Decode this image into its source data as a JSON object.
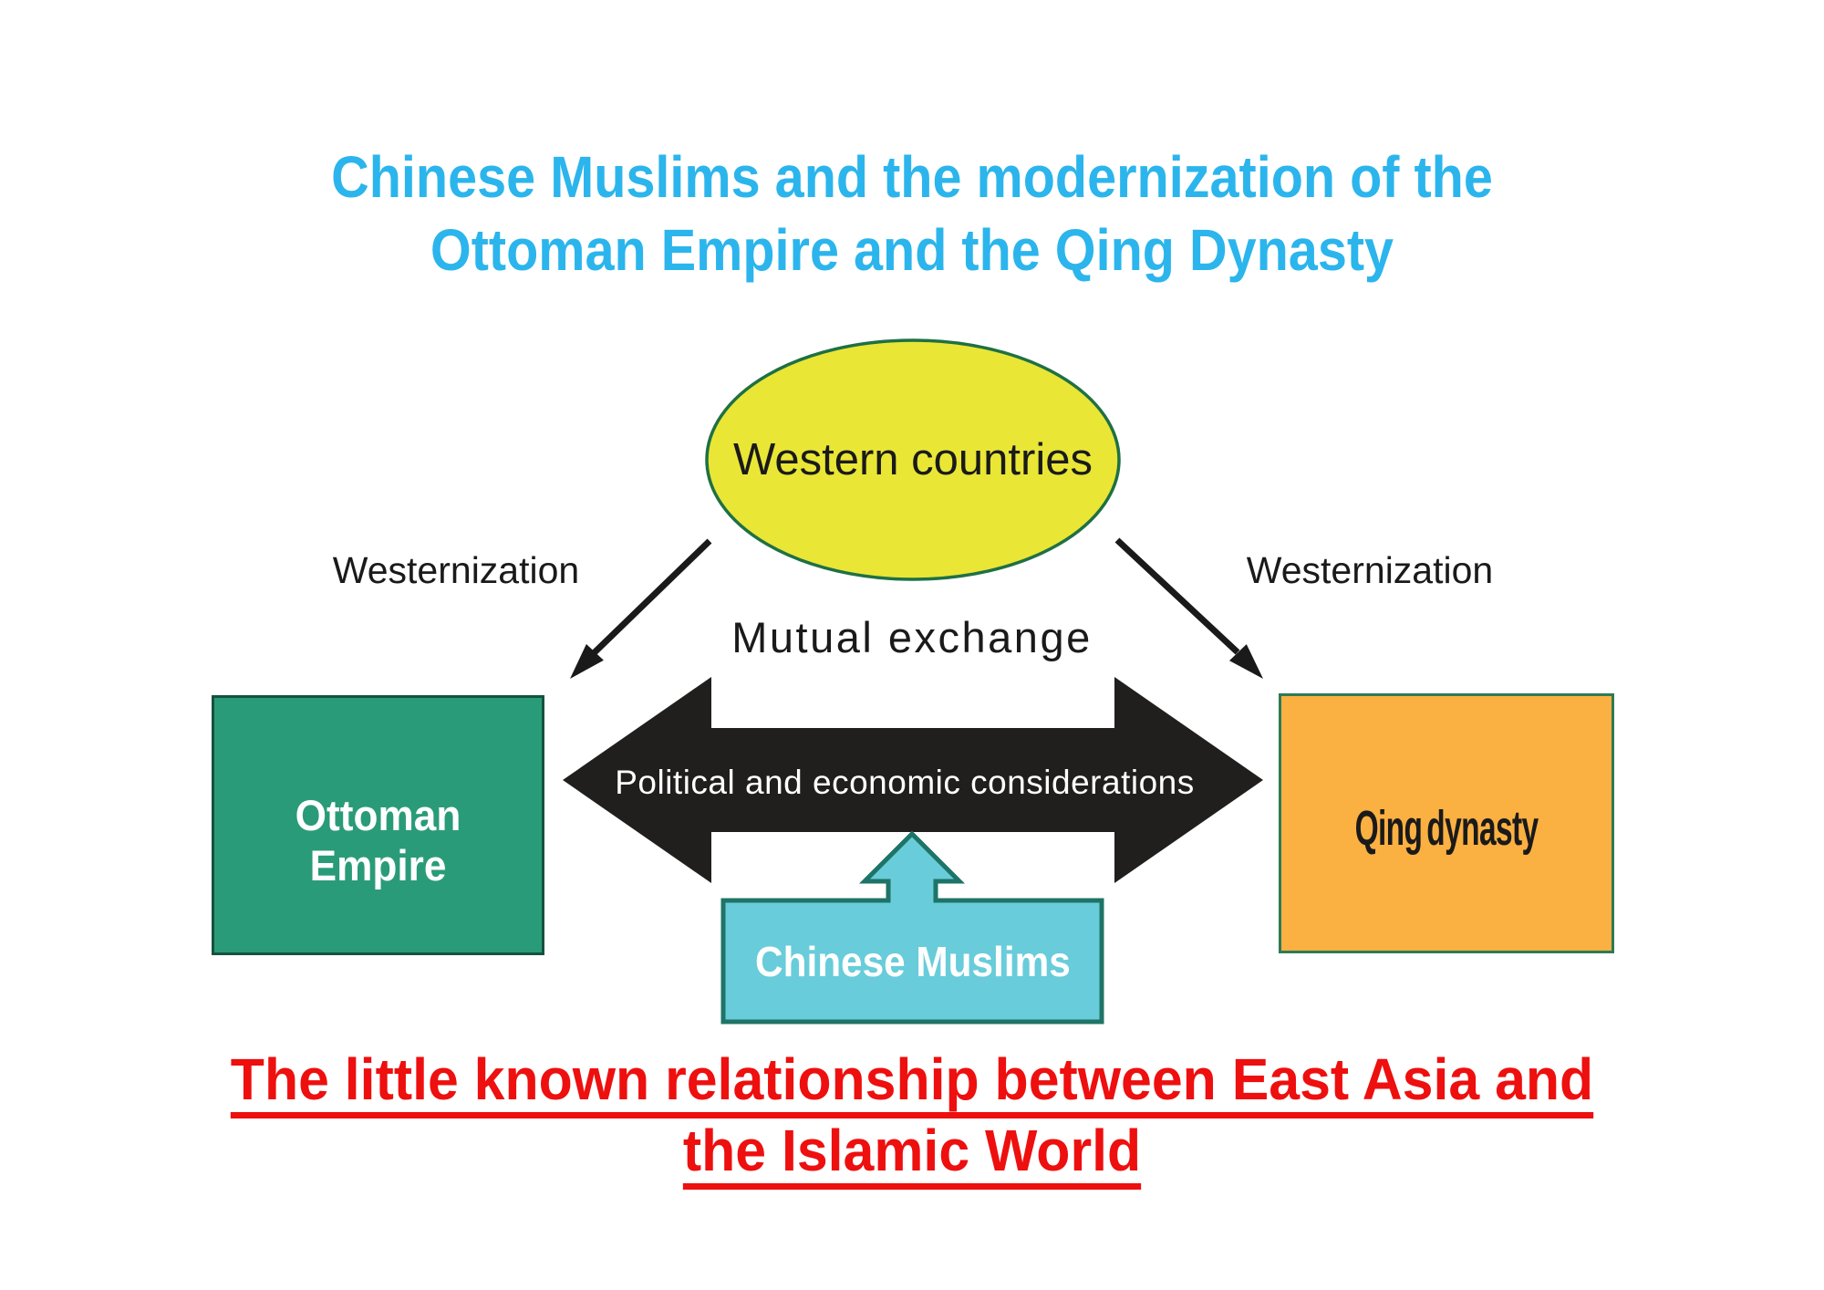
{
  "slide": {
    "title": {
      "line1": "Chinese Muslims and the modernization of the",
      "line2": "Ottoman Empire and the Qing Dynasty"
    },
    "diagram": {
      "western_countries_label": "Western countries",
      "westernization_left_label": "Westernization",
      "westernization_right_label": "Westernization",
      "mutual_exchange_label": "Mutual exchange",
      "exchange_arrow_label": "Political and economic considerations",
      "ottoman_label": "Ottoman Empire",
      "qing_label": "Qing dynasty",
      "chinese_muslims_label": "Chinese Muslims"
    },
    "footer": {
      "line1": "The little known relationship between East Asia and",
      "line2": "the Islamic World"
    },
    "colors": {
      "title_text": "#2bb5ec",
      "footer_text": "#ee0f0f",
      "ellipse_fill": "#e9e636",
      "ellipse_border": "#1f7044",
      "ottoman_fill": "#2a9b78",
      "ottoman_border": "#14523f",
      "qing_fill": "#fbb042",
      "qing_border": "#2d7b55",
      "chinese_fill": "#68ccda",
      "chinese_border": "#1e7466",
      "exchange_arrow_fill": "#211e1e",
      "diagonal_arrow_color": "#1a1a1a",
      "label_text": "#1a1a1a",
      "box_label_light": "#ffffff"
    }
  }
}
